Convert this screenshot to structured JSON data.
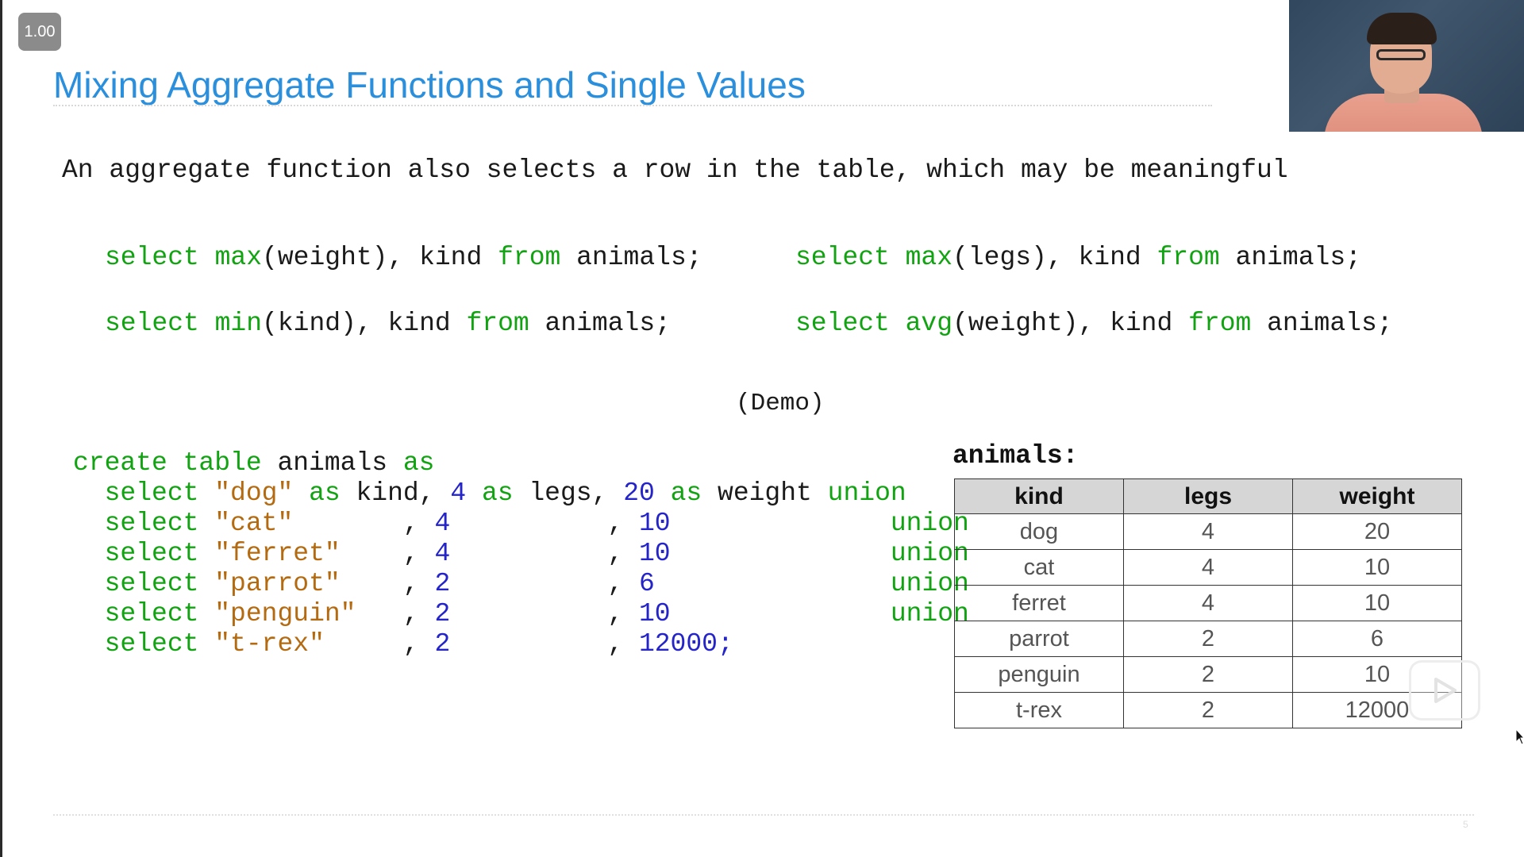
{
  "player": {
    "speed_label": "1.00"
  },
  "slide": {
    "title": "Mixing Aggregate Functions and Single Values",
    "intro": "An aggregate function also selects a row in the table, which may be meaningful",
    "queries": [
      {
        "kw1": "select ",
        "fn": "max",
        "arg": "(weight), kind ",
        "kw2": "from",
        "rest": " animals;"
      },
      {
        "kw1": "select ",
        "fn": "max",
        "arg": "(legs), kind ",
        "kw2": "from",
        "rest": " animals;"
      },
      {
        "kw1": "select ",
        "fn": "min",
        "arg": "(kind), kind ",
        "kw2": "from",
        "rest": " animals;"
      },
      {
        "kw1": "select ",
        "fn": "avg",
        "arg": "(weight), kind ",
        "kw2": "from",
        "rest": " animals;"
      }
    ],
    "demo_label": "(Demo)",
    "page_number": "5"
  },
  "code": {
    "line0": {
      "kw1": "create table",
      "name": " animals ",
      "kw2": "as"
    },
    "rows": [
      {
        "pre": "  ",
        "sel": "select",
        "str": "\"dog\"",
        "g1": " ",
        "as1": "as",
        "k1": " kind, ",
        "n1": "4",
        "g2": " ",
        "as2": "as",
        "k2": " legs, ",
        "n2": "20",
        "g3": " ",
        "as3": "as",
        "k3": " weight ",
        "union": "union"
      },
      {
        "pre": "  ",
        "sel": "select",
        "str": "\"cat\"",
        "g1": "       , ",
        "as1": "",
        "k1": "",
        "n1": "4",
        "g2": "          , ",
        "as2": "",
        "k2": "",
        "n2": "10",
        "g3": "              ",
        "as3": "",
        "k3": "",
        "union": "union"
      },
      {
        "pre": "  ",
        "sel": "select",
        "str": "\"ferret\"",
        "g1": "    , ",
        "as1": "",
        "k1": "",
        "n1": "4",
        "g2": "          , ",
        "as2": "",
        "k2": "",
        "n2": "10",
        "g3": "              ",
        "as3": "",
        "k3": "",
        "union": "union"
      },
      {
        "pre": "  ",
        "sel": "select",
        "str": "\"parrot\"",
        "g1": "    , ",
        "as1": "",
        "k1": "",
        "n1": "2",
        "g2": "          , ",
        "as2": "",
        "k2": "",
        "n2": "6",
        "g3": "               ",
        "as3": "",
        "k3": "",
        "union": "union"
      },
      {
        "pre": "  ",
        "sel": "select",
        "str": "\"penguin\"",
        "g1": "   , ",
        "as1": "",
        "k1": "",
        "n1": "2",
        "g2": "          , ",
        "as2": "",
        "k2": "",
        "n2": "10",
        "g3": "              ",
        "as3": "",
        "k3": "",
        "union": "union"
      },
      {
        "pre": "  ",
        "sel": "select",
        "str": "\"t-rex\"",
        "g1": "     , ",
        "as1": "",
        "k1": "",
        "n1": "2",
        "g2": "          , ",
        "as2": "",
        "k2": "",
        "n2": "12000;",
        "g3": "",
        "as3": "",
        "k3": "",
        "union": ""
      }
    ]
  },
  "table": {
    "caption": "animals:",
    "headers": [
      "kind",
      "legs",
      "weight"
    ],
    "rows": [
      [
        "dog",
        "4",
        "20"
      ],
      [
        "cat",
        "4",
        "10"
      ],
      [
        "ferret",
        "4",
        "10"
      ],
      [
        "parrot",
        "2",
        "6"
      ],
      [
        "penguin",
        "2",
        "10"
      ],
      [
        "t-rex",
        "2",
        "12000"
      ]
    ]
  },
  "icons": {
    "play_overlay": "play-icon",
    "cursor": "mouse-cursor-icon"
  }
}
